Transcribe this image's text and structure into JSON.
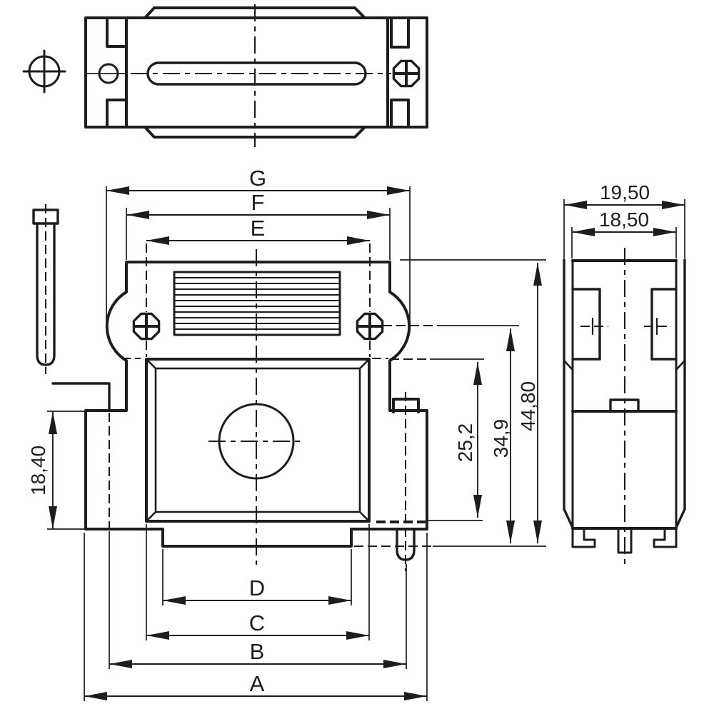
{
  "drawing": {
    "background": "#ffffff",
    "line_color": "#1d1d1b",
    "views": {
      "top": "top-view",
      "front": "front-view",
      "side": "side-view"
    },
    "dimensions": {
      "g": "G",
      "f": "F",
      "e": "E",
      "d": "D",
      "c": "C",
      "b": "B",
      "a": "A",
      "left_height": "18,40",
      "insert_height": "25,2",
      "mid_height": "34,9",
      "total_height": "44,80",
      "side_outer_width": "19,50",
      "side_inner_width": "18,50"
    }
  }
}
